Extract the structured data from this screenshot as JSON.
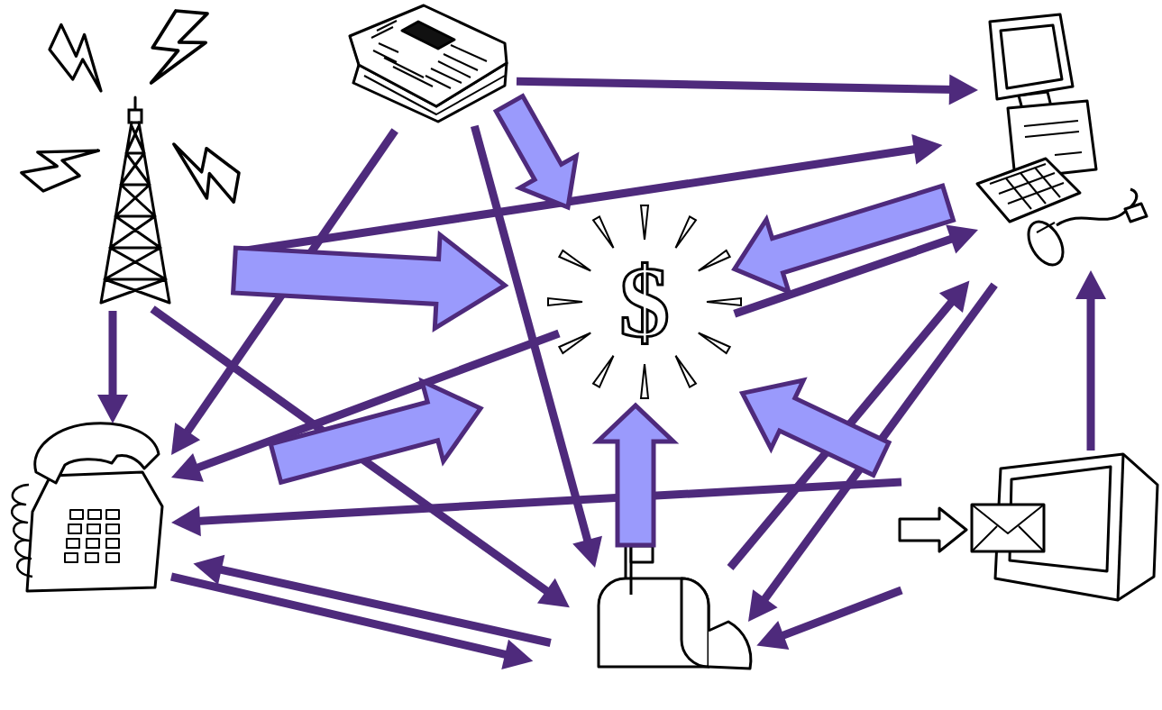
{
  "diagram": {
    "nodes": [
      {
        "text": []
      },
      {
        "text": []
      },
      {
        "text": []
      },
      {
        "text": [
          "$"
        ]
      },
      {
        "text": []
      },
      {
        "text": []
      },
      {
        "text": []
      }
    ],
    "edges": [
      {
        "from": 1,
        "to": 2,
        "arrow": "to"
      },
      {
        "from": 0,
        "to": 2,
        "arrow": "to"
      },
      {
        "from": 1,
        "to": 4,
        "arrow": "to"
      },
      {
        "from": 1,
        "to": 6,
        "arrow": "to"
      },
      {
        "from": 1,
        "to": 3,
        "arrow": "to"
      },
      {
        "from": 0,
        "to": 4,
        "arrow": "to"
      },
      {
        "from": 0,
        "to": 6,
        "arrow": "to"
      },
      {
        "from": 0,
        "to": 3,
        "arrow": "to"
      },
      {
        "from": 3,
        "to": 4,
        "arrow": "to"
      },
      {
        "from": 4,
        "to": 3,
        "arrow": "to"
      },
      {
        "from": 2,
        "to": 3,
        "arrow": "to"
      },
      {
        "from": 3,
        "to": 2,
        "arrow": "to"
      },
      {
        "from": 2,
        "to": 6,
        "arrow": "to"
      },
      {
        "from": 6,
        "to": 2,
        "arrow": "to"
      },
      {
        "from": 5,
        "to": 2,
        "arrow": "to"
      },
      {
        "from": 5,
        "to": 3,
        "arrow": "to"
      },
      {
        "from": 5,
        "to": 4,
        "arrow": "to"
      },
      {
        "from": 5,
        "to": 6,
        "arrow": "to"
      },
      {
        "from": 6,
        "to": 3,
        "arrow": "to"
      },
      {
        "from": 4,
        "to": 6,
        "arrow": "to"
      },
      {
        "from": 6,
        "to": 4,
        "arrow": "to"
      }
    ]
  }
}
